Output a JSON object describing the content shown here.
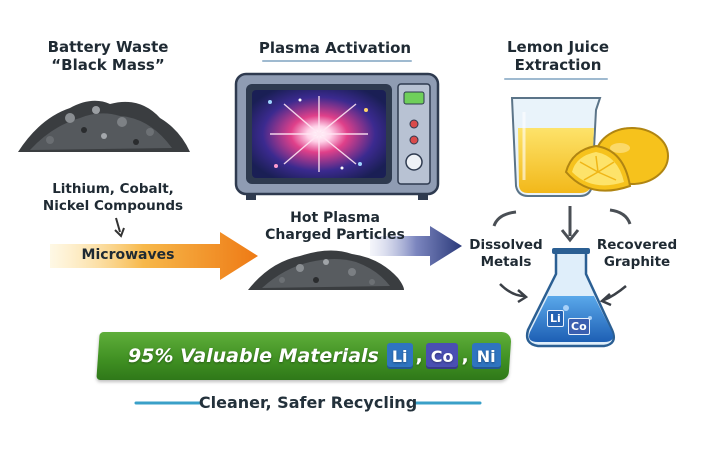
{
  "left": {
    "title_line1": "Battery Waste",
    "title_line2": "“Black Mass”",
    "compounds_line1": "Lithium, Cobalt,",
    "compounds_line2": "Nickel Compounds",
    "microwaves": "Microwaves"
  },
  "center": {
    "title": "Plasma Activation",
    "plasma_line1": "Hot Plasma",
    "plasma_line2": "Charged Particles"
  },
  "right": {
    "title_line1": "Lemon Juice",
    "title_line2": "Extraction",
    "dissolved_line1": "Dissolved",
    "dissolved_line2": "Metals",
    "recovered_line1": "Recovered",
    "recovered_line2": "Graphite",
    "flask_chips": [
      "Li",
      "Co"
    ]
  },
  "banner": {
    "text": "95% Valuable Materials",
    "chips": [
      "Li",
      "Co",
      "Ni"
    ],
    "separator": ","
  },
  "footer": {
    "text": "Cleaner, Safer Recycling"
  },
  "colors": {
    "banner_green": "#3f8f22",
    "chip_blue": "#2f74c0",
    "chip_indigo": "#4a4fb3",
    "arrow_orange": "#f28a1c",
    "arrow_navy": "#2b3a7a",
    "lemon": "#f6c21c",
    "flask_liquid": "#2d7fd0",
    "footer_line": "#3aa0c8"
  }
}
